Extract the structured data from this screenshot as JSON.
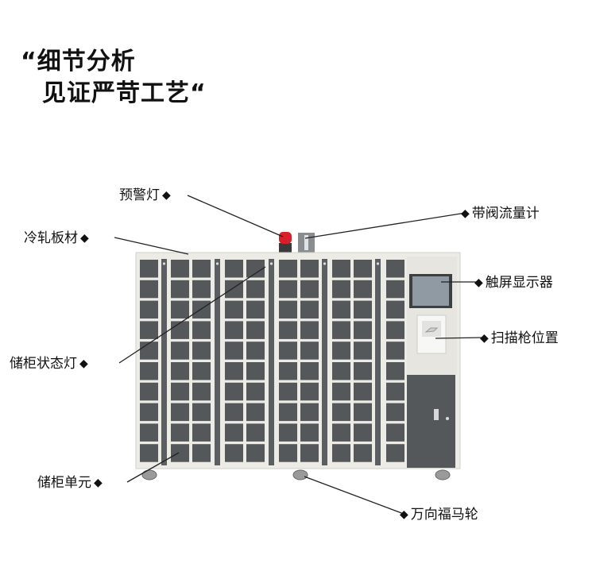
{
  "title": {
    "line1": "“细节分析",
    "line2": "见证严苛工艺“"
  },
  "labels": {
    "warning_light": "预警灯",
    "flow_meter": "带阀流量计",
    "cold_rolled_plate": "冷轧板材",
    "touch_screen": "触屏显示器",
    "scanner_position": "扫描枪位置",
    "status_light": "储柜状态灯",
    "locker_unit": "储柜单元",
    "caster_wheel": "万向福马轮"
  },
  "diamond": "◆",
  "colors": {
    "cabinet_body": "#ecebe6",
    "locker_door": "#55585b",
    "screen": "#8f9aa3",
    "alarm": "#d8202a"
  }
}
